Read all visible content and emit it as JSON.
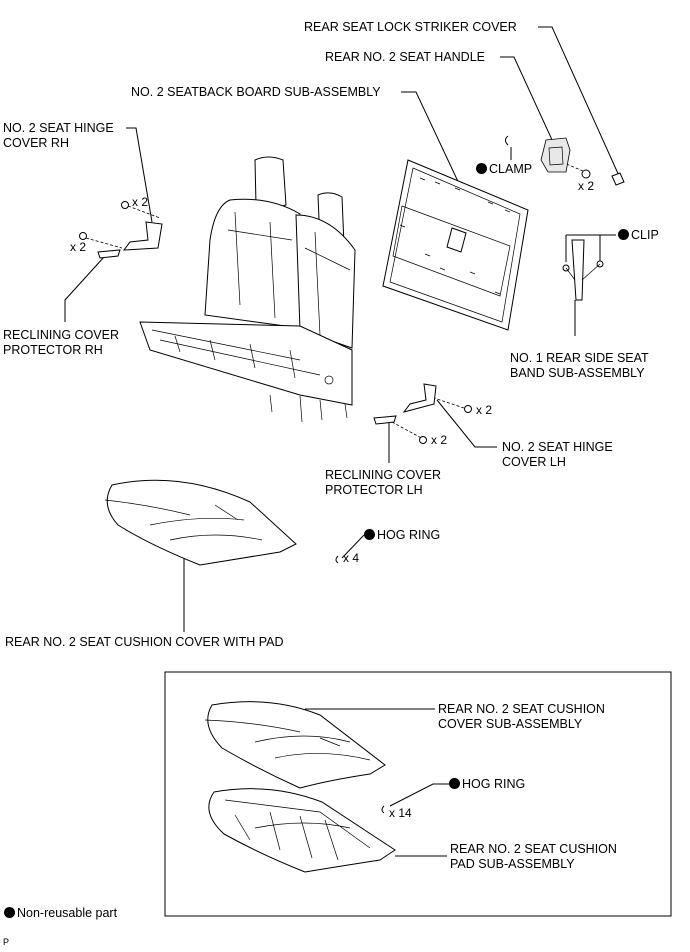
{
  "labels": {
    "striker_cover": "REAR SEAT LOCK STRIKER COVER",
    "seat_handle": "REAR NO. 2 SEAT HANDLE",
    "seatback_board": "NO. 2 SEATBACK BOARD SUB-ASSEMBLY",
    "hinge_cover_rh_1": "NO. 2 SEAT HINGE",
    "hinge_cover_rh_2": "COVER RH",
    "clamp": "CLAMP",
    "clip": "CLIP",
    "reclining_rh_1": "RECLINING COVER",
    "reclining_rh_2": "PROTECTOR RH",
    "band_1": "NO. 1 REAR SIDE SEAT",
    "band_2": "BAND SUB-ASSEMBLY",
    "hinge_cover_lh_1": "NO. 2 SEAT HINGE",
    "hinge_cover_lh_2": "COVER LH",
    "reclining_lh_1": "RECLINING COVER",
    "reclining_lh_2": "PROTECTOR LH",
    "hog_ring_1": "HOG RING",
    "cushion_cover_pad": "REAR NO. 2 SEAT CUSHION COVER WITH PAD",
    "cushion_cover_sub_1": "REAR NO. 2 SEAT CUSHION",
    "cushion_cover_sub_2": "COVER SUB-ASSEMBLY",
    "hog_ring_2": "HOG RING",
    "cushion_pad_sub_1": "REAR NO. 2 SEAT CUSHION",
    "cushion_pad_sub_2": "PAD SUB-ASSEMBLY",
    "legend": "Non-reusable part",
    "corner_code": "P"
  },
  "quantities": {
    "handle_screw": "x 2",
    "rh_screw_upper": "x 2",
    "rh_screw_lower": "x 2",
    "lh_screw_upper": "x 2",
    "lh_screw_lower": "x 2",
    "hog_ring_1": "x 4",
    "hog_ring_2": "x 14"
  }
}
